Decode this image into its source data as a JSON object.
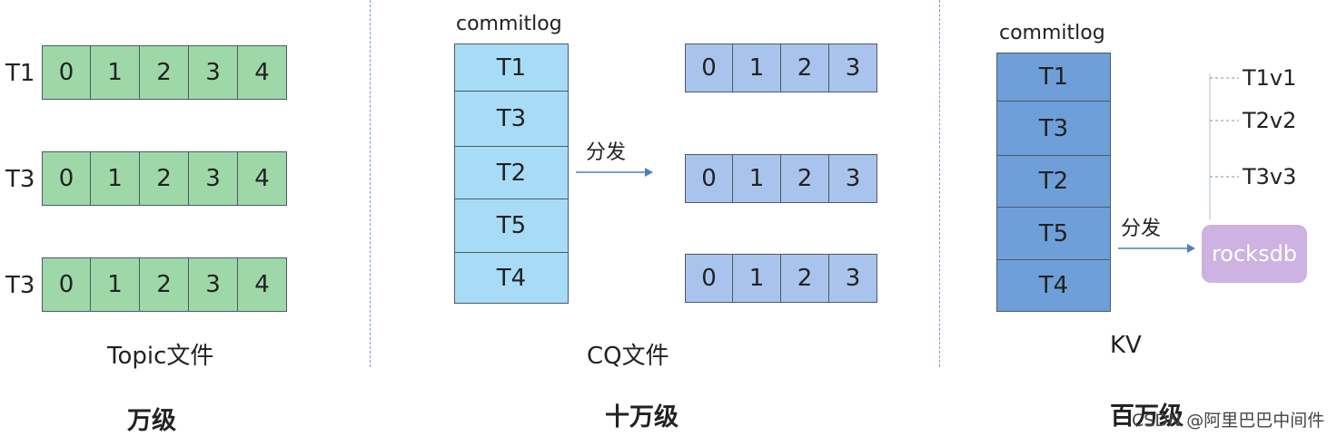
{
  "section1": {
    "rows": [
      {
        "label": "T1",
        "cells": [
          "0",
          "1",
          "2",
          "3",
          "4"
        ]
      },
      {
        "label": "T3",
        "cells": [
          "0",
          "1",
          "2",
          "3",
          "4"
        ]
      },
      {
        "label": "T3",
        "cells": [
          "0",
          "1",
          "2",
          "3",
          "4"
        ]
      }
    ],
    "caption": "Topic文件",
    "tier": "万级"
  },
  "section2": {
    "commitlog_label": "commitlog",
    "commitlog": [
      "T1",
      "T3",
      "T2",
      "T5",
      "T4"
    ],
    "arrow_label": "分发",
    "queues": [
      [
        "0",
        "1",
        "2",
        "3"
      ],
      [
        "0",
        "1",
        "2",
        "3"
      ],
      [
        "0",
        "1",
        "2",
        "3"
      ]
    ],
    "caption": "CQ文件",
    "tier": "十万级"
  },
  "section3": {
    "commitlog_label": "commitlog",
    "commitlog": [
      "T1",
      "T3",
      "T2",
      "T5",
      "T4"
    ],
    "arrow_label": "分发",
    "store": "rocksdb",
    "kv_entries": [
      "T1v1",
      "T2v2",
      "T3v3"
    ],
    "caption": "KV",
    "tier": "百万级"
  },
  "watermark": "CSDN @阿里巴巴中间件",
  "colors": {
    "topic_cell": "#9ed8a8",
    "cq_cell": "#a9c4ec",
    "commitlog_light": "#a8dcf6",
    "commitlog_dark": "#6f9fd8",
    "rocksdb": "#cdb2e2",
    "arrow": "#4f7fc0"
  }
}
